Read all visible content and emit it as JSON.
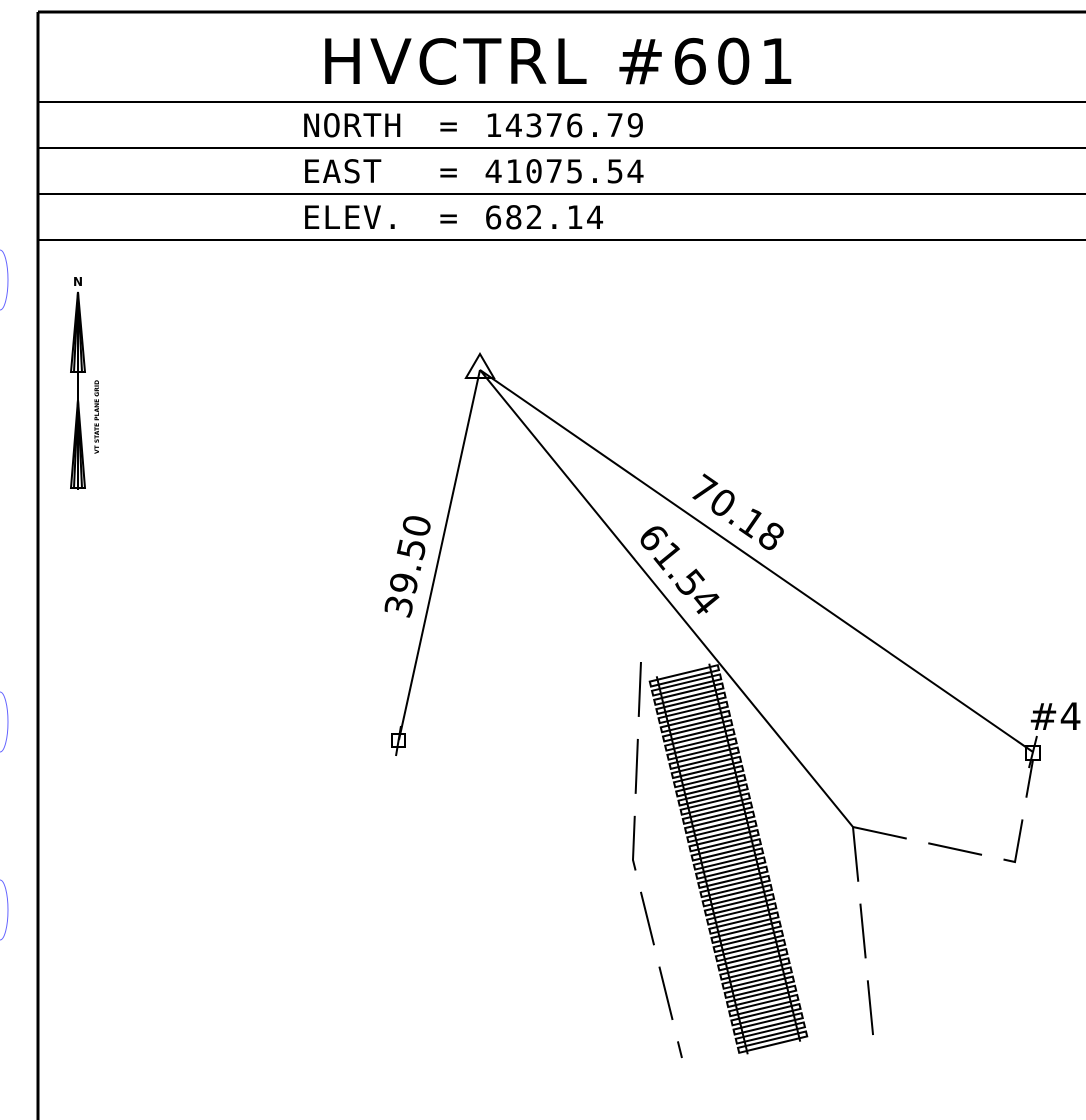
{
  "title": "HVCTRL #601",
  "coordinates": [
    {
      "label": "NORTH",
      "separator": "=",
      "value": "14376.79"
    },
    {
      "label": "EAST",
      "separator": "=",
      "value": "41075.54"
    },
    {
      "label": "ELEV.",
      "separator": "=",
      "value": "682.14"
    }
  ],
  "north_arrow": {
    "letter": "N",
    "grid_label": "VT STATE PLANE GRID"
  },
  "distances": [
    {
      "value": "39.50"
    },
    {
      "value": "61.54"
    },
    {
      "value": "70.18"
    }
  ],
  "reference_point_label": "#4"
}
